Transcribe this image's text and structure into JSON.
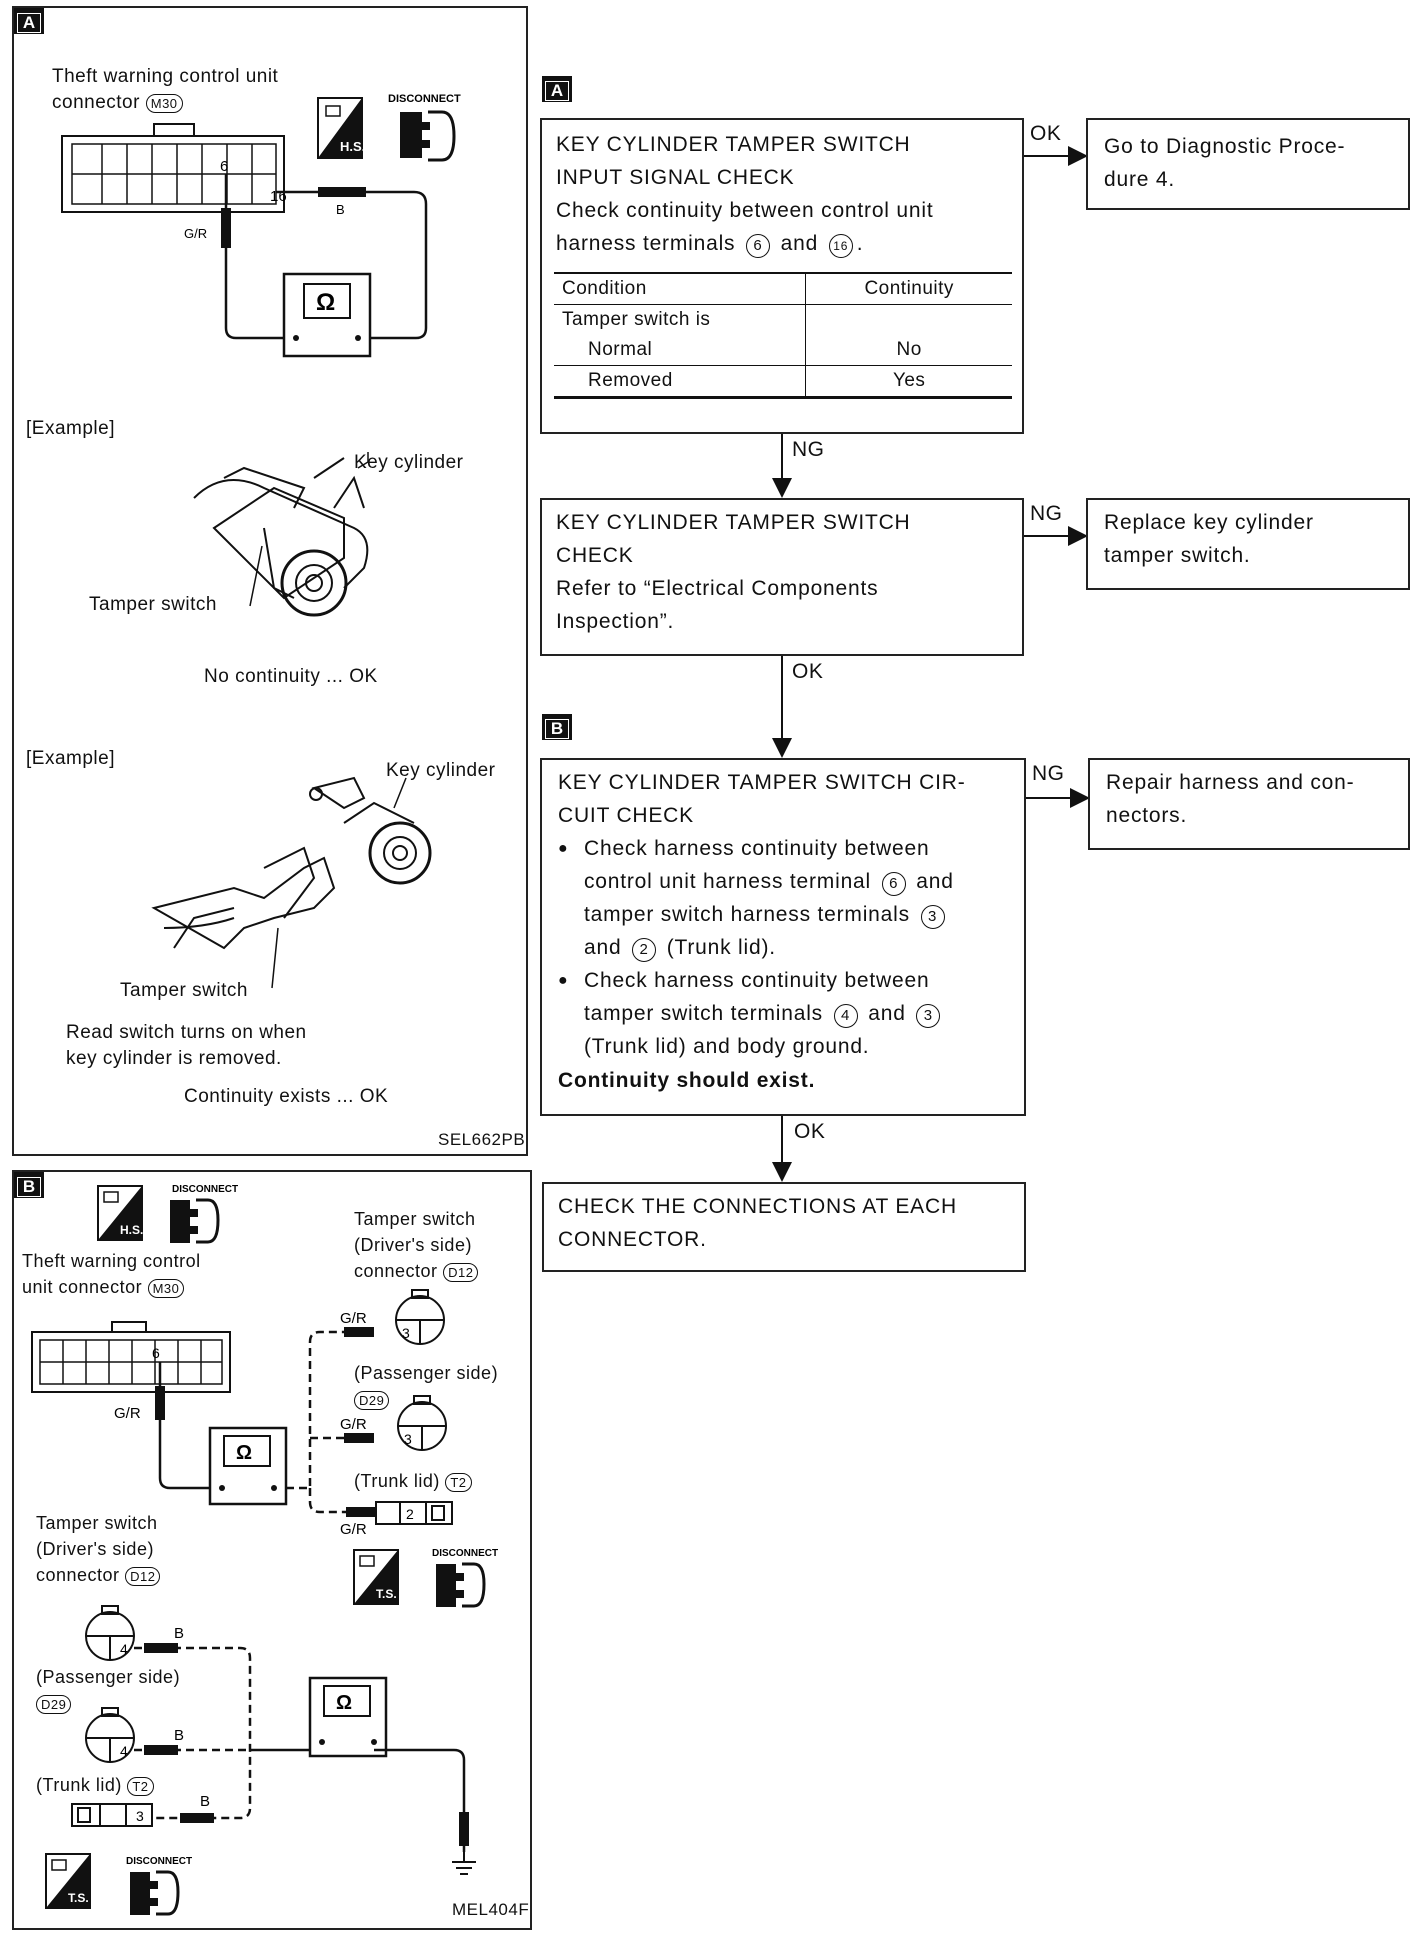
{
  "panelA": {
    "tag": "A",
    "connector_title_1": "Theft warning control unit",
    "connector_title_2": "connector",
    "connector_code": "M30",
    "hs_label": "H.S.",
    "disconnect_label": "DISCONNECT",
    "pin_6": "6",
    "pin_16": "16",
    "wire_gr": "G/R",
    "wire_b": "B",
    "ohm": "Ω",
    "example_1": "[Example]",
    "key_cylinder_1": "Key cylinder",
    "tamper_switch_1": "Tamper switch",
    "result_1": "No continuity ... OK",
    "example_2": "[Example]",
    "key_cylinder_2": "Key cylinder",
    "tamper_switch_2": "Tamper switch",
    "note_1": "Read switch turns on when",
    "note_2": "key cylinder is removed.",
    "result_2": "Continuity exists ... OK",
    "figure_code": "SEL662PB"
  },
  "panelB": {
    "tag": "B",
    "hs_label": "H.S.",
    "disconnect_label": "DISCONNECT",
    "unit_title_1": "Theft warning control",
    "unit_title_2": "unit connector",
    "unit_code": "M30",
    "pin_6": "6",
    "wire_gr": "G/R",
    "ts_title_1": "Tamper switch",
    "ts_title_2": "(Driver's side)",
    "ts_title_3": "connector",
    "ts_code_d12": "D12",
    "passenger": "(Passenger side)",
    "code_d29": "D29",
    "trunk": "(Trunk lid)",
    "code_t2": "T2",
    "pin_3": "3",
    "pin_2": "2",
    "pin_4": "4",
    "ts_label": "T.S.",
    "lower_title_1": "Tamper switch",
    "lower_title_2": "(Driver's side)",
    "lower_title_3": "connector",
    "wire_b": "B",
    "ohm": "Ω",
    "figure_code": "MEL404F"
  },
  "flow": {
    "tag_a": "A",
    "tag_b": "B",
    "step1": {
      "line1": "KEY CYLINDER TAMPER SWITCH",
      "line2": "INPUT SIGNAL CHECK",
      "line3": "Check continuity between control unit",
      "line4_pre": "harness terminals",
      "term_a": "6",
      "line4_mid": "and",
      "term_b": "16",
      "line4_post": ".",
      "table_headers": [
        "Condition",
        "Continuity"
      ],
      "table_rows": [
        [
          "Tamper switch is",
          ""
        ],
        [
          "Normal",
          "No"
        ],
        [
          "Removed",
          "Yes"
        ]
      ]
    },
    "step1_ok_label": "OK",
    "step1_ok_result": {
      "line1": "Go to Diagnostic Proce-",
      "line2": "dure 4."
    },
    "step1_ng_label": "NG",
    "step2": {
      "line1": "KEY CYLINDER TAMPER SWITCH",
      "line2": "CHECK",
      "line3": "Refer to “Electrical Components",
      "line4": "Inspection”."
    },
    "step2_ng_label": "NG",
    "step2_ng_result": {
      "line1": "Replace key cylinder",
      "line2": "tamper switch."
    },
    "step2_ok_label": "OK",
    "step3": {
      "line1": "KEY CYLINDER TAMPER SWITCH CIR-",
      "line2": "CUIT CHECK",
      "b1_line1": "Check harness continuity between",
      "b1_line2_pre": "control unit harness terminal",
      "b1_t1": "6",
      "b1_line2_post": "and",
      "b1_line3_pre": "tamper switch harness terminals",
      "b1_t2": "3",
      "b1_line4_pre": "and",
      "b1_t3": "2",
      "b1_line4_post": "(Trunk lid).",
      "b2_line1": "Check harness continuity between",
      "b2_line2_pre": "tamper switch terminals",
      "b2_t1": "4",
      "b2_mid": "and",
      "b2_t2": "3",
      "b2_line3": "(Trunk lid) and body ground.",
      "bold": "Continuity should exist."
    },
    "step3_ng_label": "NG",
    "step3_ng_result": {
      "line1": "Repair harness and con-",
      "line2": "nectors."
    },
    "step3_ok_label": "OK",
    "step4": {
      "line1": "CHECK THE CONNECTIONS AT EACH",
      "line2": "CONNECTOR."
    }
  }
}
